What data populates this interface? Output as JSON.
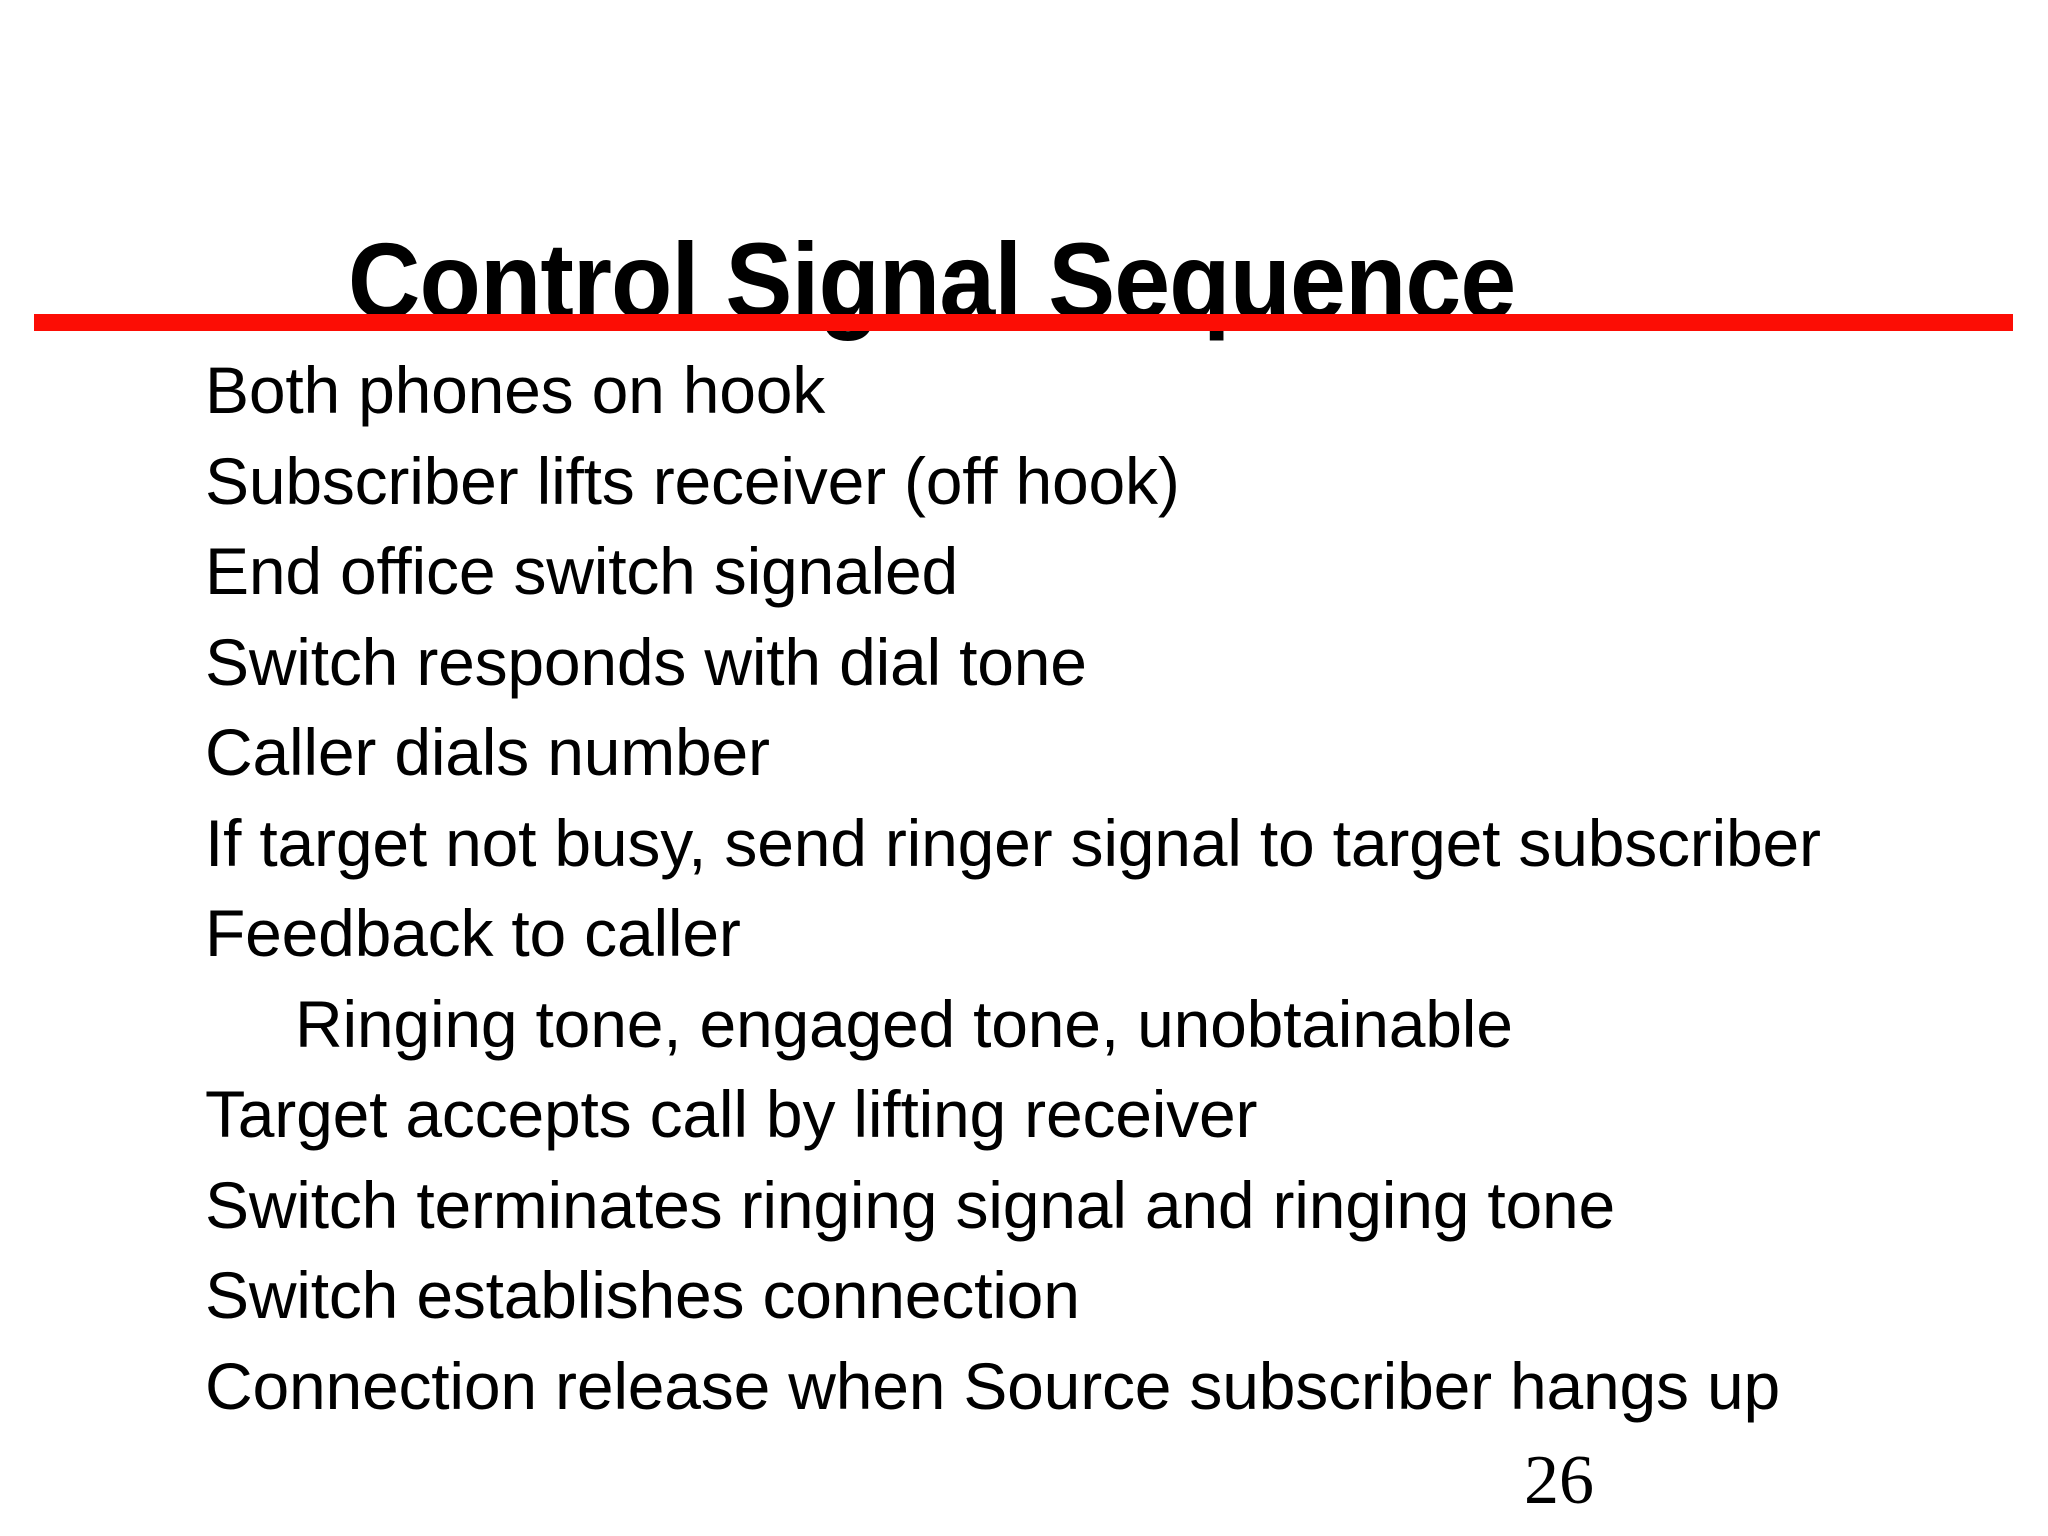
{
  "slide": {
    "title": "Control Signal Sequence",
    "accent_color": "#fc0d05",
    "background_color": "#ffffff",
    "text_color": "#000000",
    "page_number": "26"
  },
  "body": {
    "lines": [
      {
        "text": "Both phones on hook",
        "indent": false
      },
      {
        "text": "Subscriber lifts receiver (off hook)",
        "indent": false
      },
      {
        "text": "End office switch signaled",
        "indent": false
      },
      {
        "text": "Switch responds with dial tone",
        "indent": false
      },
      {
        "text": "Caller dials number",
        "indent": false
      },
      {
        "text": "If target not busy, send ringer signal to target subscriber",
        "indent": false
      },
      {
        "text": "Feedback to caller",
        "indent": false
      },
      {
        "text": "Ringing tone, engaged tone, unobtainable",
        "indent": true
      },
      {
        "text": "Target accepts call by lifting receiver",
        "indent": false
      },
      {
        "text": "Switch terminates ringing signal and ringing tone",
        "indent": false
      },
      {
        "text": "Switch establishes connection",
        "indent": false
      },
      {
        "text": "Connection release when Source subscriber hangs up",
        "indent": false
      }
    ]
  }
}
